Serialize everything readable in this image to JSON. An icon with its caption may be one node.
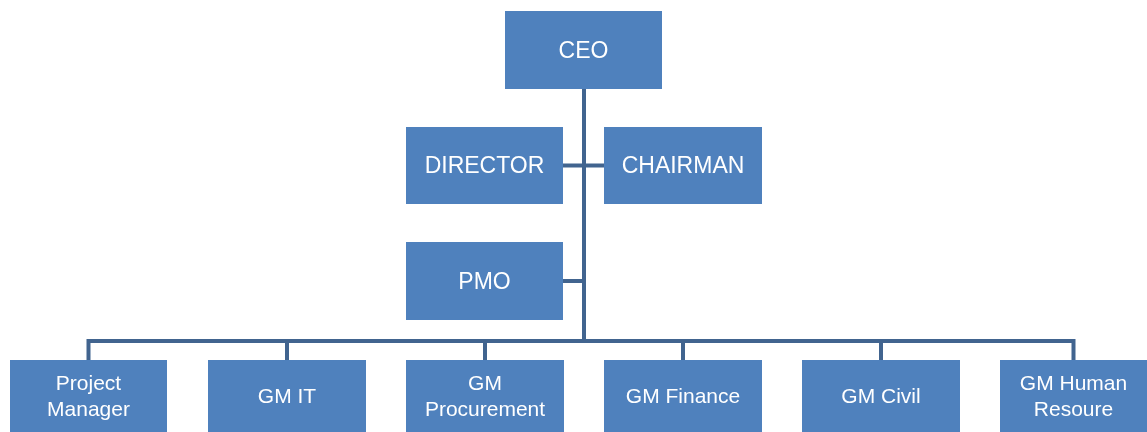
{
  "diagram": {
    "nodes": [
      {
        "text": [
          "CEO"
        ]
      },
      {
        "text": [
          "DIRECTOR"
        ]
      },
      {
        "text": [
          "CHAIRMAN"
        ]
      },
      {
        "text": [
          "PMO"
        ]
      },
      {
        "text": [
          "Project Manager"
        ]
      },
      {
        "text": [
          "GM IT"
        ]
      },
      {
        "text": [
          "GM Procurement"
        ]
      },
      {
        "text": [
          "GM Finance"
        ]
      },
      {
        "text": [
          "GM Civil"
        ]
      },
      {
        "text": [
          "GM Human Resoure"
        ]
      }
    ],
    "edges": [
      {
        "from": 0,
        "to": 1,
        "arrow": "none"
      },
      {
        "from": 0,
        "to": 2,
        "arrow": "none"
      },
      {
        "from": 0,
        "to": 3,
        "arrow": "none"
      },
      {
        "from": 0,
        "to": 4,
        "arrow": "none"
      },
      {
        "from": 0,
        "to": 5,
        "arrow": "none"
      },
      {
        "from": 0,
        "to": 6,
        "arrow": "none"
      },
      {
        "from": 0,
        "to": 7,
        "arrow": "none"
      },
      {
        "from": 0,
        "to": 8,
        "arrow": "none"
      },
      {
        "from": 0,
        "to": 9,
        "arrow": "none"
      }
    ]
  }
}
